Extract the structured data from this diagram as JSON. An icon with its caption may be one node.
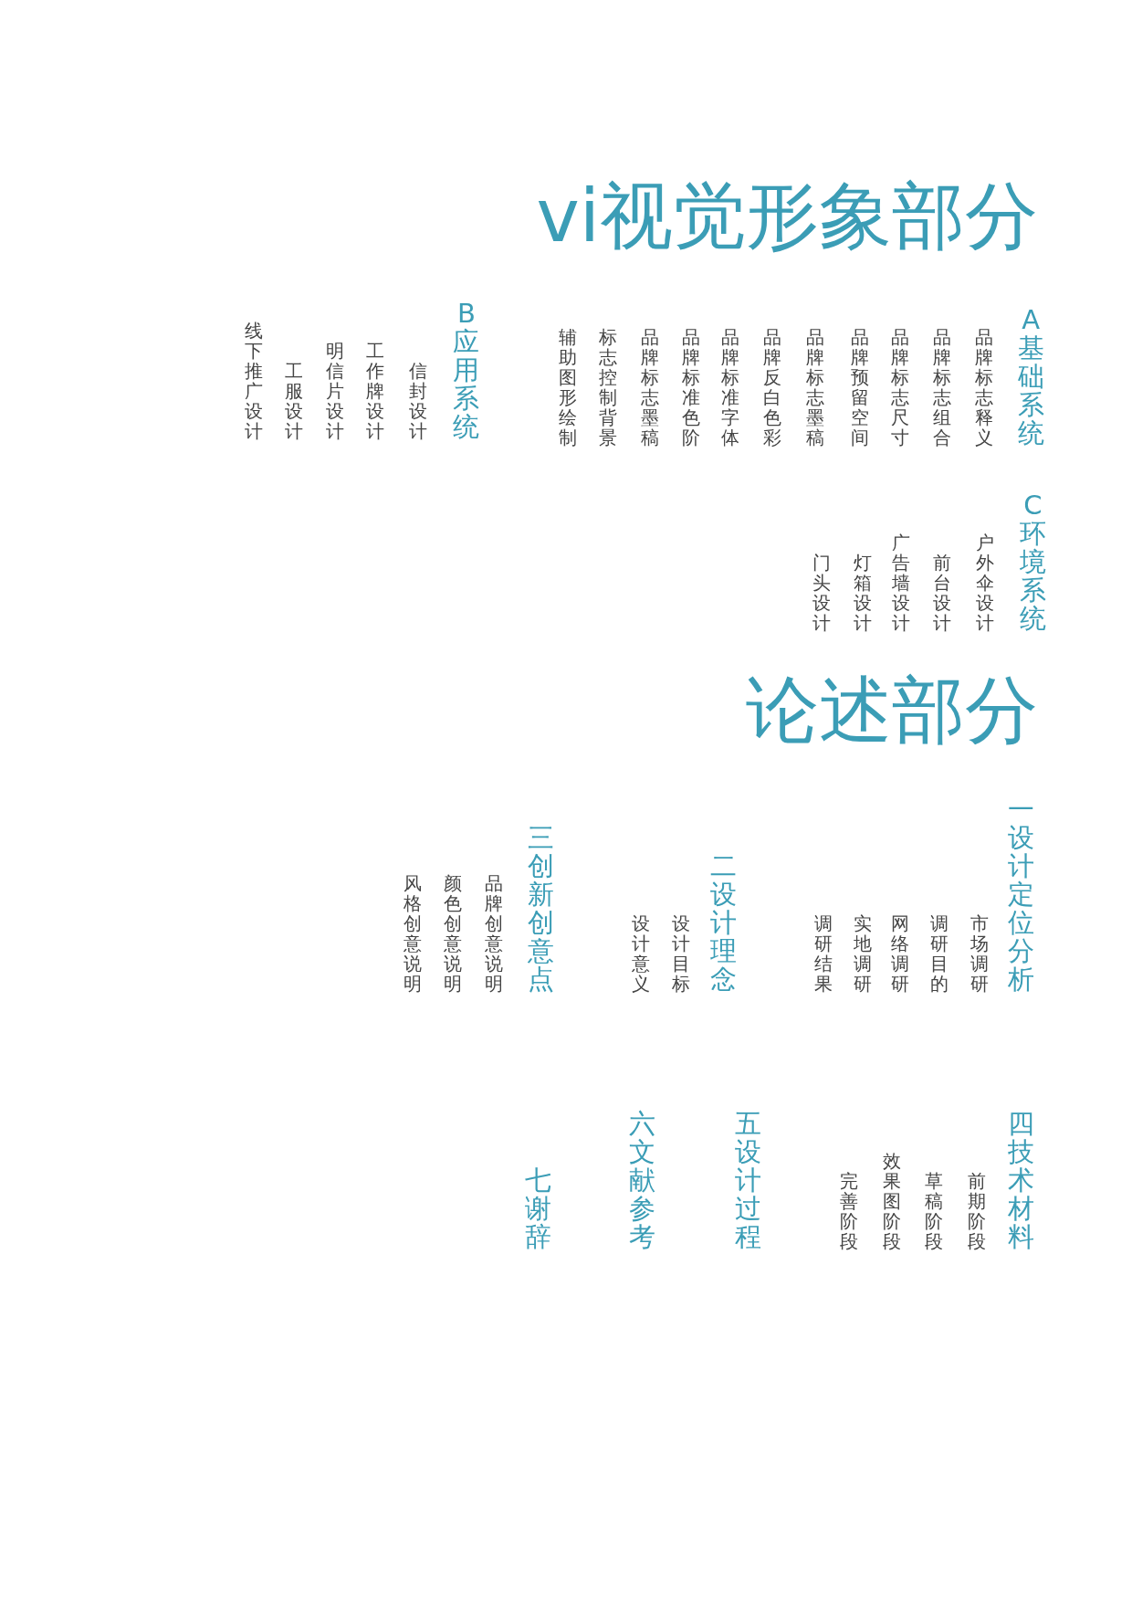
{
  "diagram": {
    "title": "vi视觉形象部分",
    "labels": [
      "A基础系统",
      "品牌标志释义",
      "品牌标志组合",
      "品牌标志尺寸",
      "品牌预留空间",
      "品牌标志墨稿",
      "品牌反白色彩",
      "品牌标准字体",
      "品牌标准色阶",
      "品牌标志墨稿",
      "标志控制背景",
      "辅助图形绘制",
      "B应用系统",
      "信封设计",
      "工作牌设计",
      "明信片设计",
      "工服设计",
      "线下推广设计",
      "C环境系统",
      "户外伞设计",
      "前台设计",
      "广告墙设计",
      "灯箱设计",
      "门头设计",
      "论述部分",
      "一设计定位分析",
      "市场调研",
      "调研目的",
      "网络调研",
      "实地调研",
      "调研结果",
      "二设计理念",
      "设计目标",
      "设计意义",
      "三创新创意点",
      "品牌创意说明",
      "颜色创意说明",
      "风格创意说明",
      "四技术材料",
      "前期阶段",
      "草稿阶段",
      "效果图阶段",
      "完善阶段",
      "五设计过程",
      "六文献参考",
      "七谢辞"
    ]
  }
}
